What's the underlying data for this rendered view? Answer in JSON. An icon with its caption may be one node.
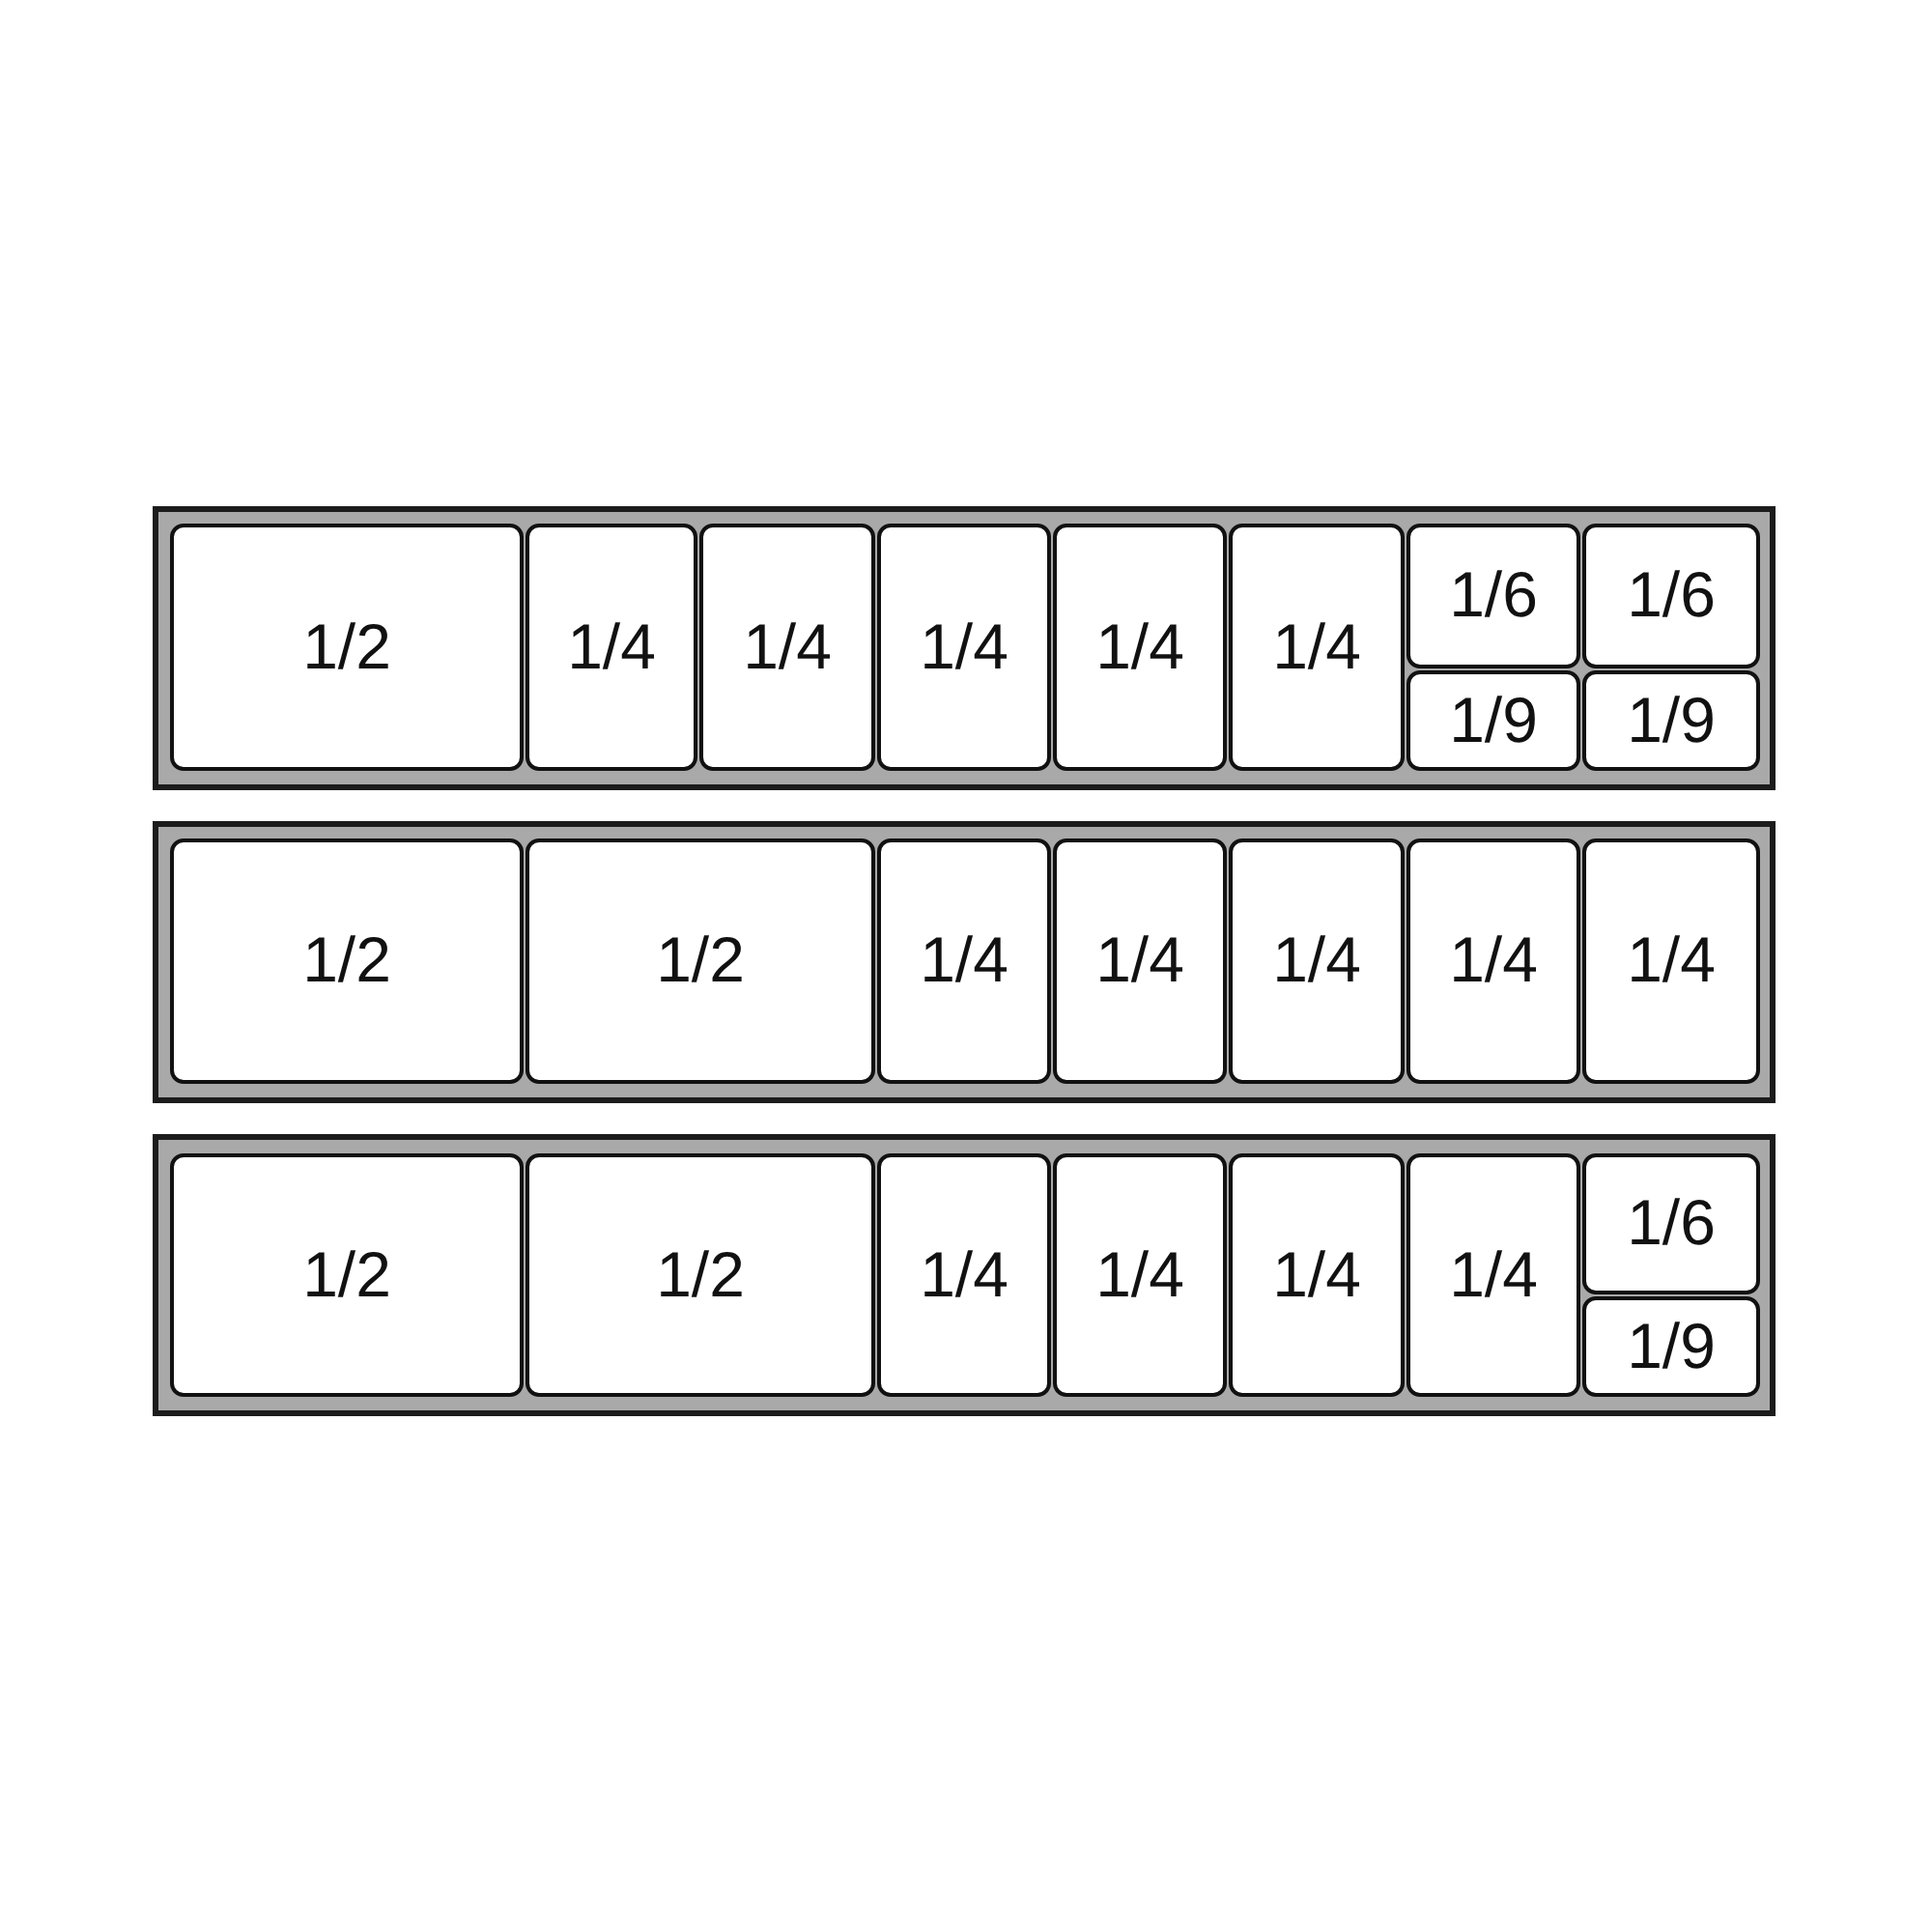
{
  "diagram": {
    "nodes": [
      {
        "text": [],
        "shape": "box"
      },
      {
        "text": [
          "1/2"
        ],
        "in": 0
      },
      {
        "text": [
          "1/4"
        ],
        "in": 0
      },
      {
        "text": [
          "1/4"
        ],
        "in": 0
      },
      {
        "text": [
          "1/4"
        ],
        "in": 0
      },
      {
        "text": [
          "1/4"
        ],
        "in": 0
      },
      {
        "text": [
          "1/4"
        ],
        "in": 0
      },
      {
        "text": [
          "1/6"
        ],
        "in": 0
      },
      {
        "text": [
          "1/6"
        ],
        "in": 0
      },
      {
        "text": [
          "1/9"
        ],
        "in": 0
      },
      {
        "text": [
          "1/9"
        ],
        "in": 0
      },
      {
        "text": [],
        "shape": "box"
      },
      {
        "text": [
          "1/2"
        ],
        "in": 11
      },
      {
        "text": [
          "1/2"
        ],
        "in": 11
      },
      {
        "text": [
          "1/4"
        ],
        "in": 11
      },
      {
        "text": [
          "1/4"
        ],
        "in": 11
      },
      {
        "text": [
          "1/4"
        ],
        "in": 11
      },
      {
        "text": [
          "1/4"
        ],
        "in": 11
      },
      {
        "text": [
          "1/4"
        ],
        "in": 11
      },
      {
        "text": [],
        "shape": "box"
      },
      {
        "text": [
          "1/2"
        ],
        "in": 19
      },
      {
        "text": [
          "1/2"
        ],
        "in": 19
      },
      {
        "text": [
          "1/4"
        ],
        "in": 19
      },
      {
        "text": [
          "1/4"
        ],
        "in": 19
      },
      {
        "text": [
          "1/4"
        ],
        "in": 19
      },
      {
        "text": [
          "1/4"
        ],
        "in": 19
      },
      {
        "text": [
          "1/6"
        ],
        "in": 19
      },
      {
        "text": [
          "1/9"
        ],
        "in": 19
      }
    ]
  }
}
